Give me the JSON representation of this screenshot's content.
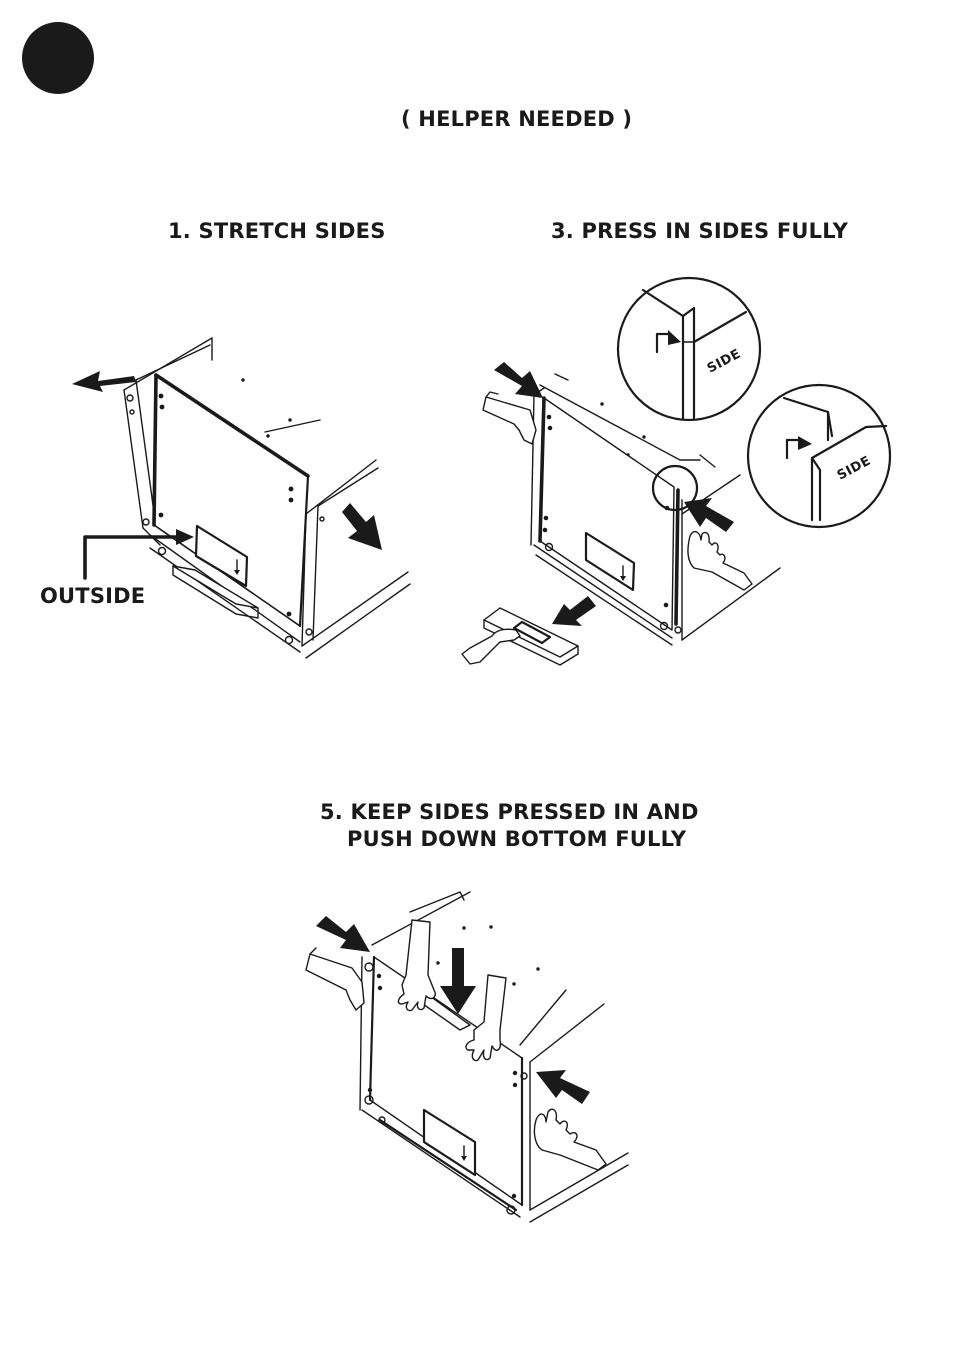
{
  "header": {
    "note": "( HELPER NEEDED )"
  },
  "steps": [
    {
      "label": "1. STRETCH SIDES",
      "callout": "OUTSIDE"
    },
    {
      "label": "3. PRESS IN SIDES FULLY",
      "detail_label": "SIDE"
    },
    {
      "label_line1": "5. KEEP SIDES PRESSED IN AND",
      "label_line2": "PUSH DOWN BOTTOM FULLY"
    }
  ],
  "colors": {
    "ink": "#1a1a1a",
    "paper": "#ffffff"
  },
  "icons": [
    "step-dot",
    "arrow-icon",
    "hand-icon",
    "detail-zoom-circle"
  ]
}
